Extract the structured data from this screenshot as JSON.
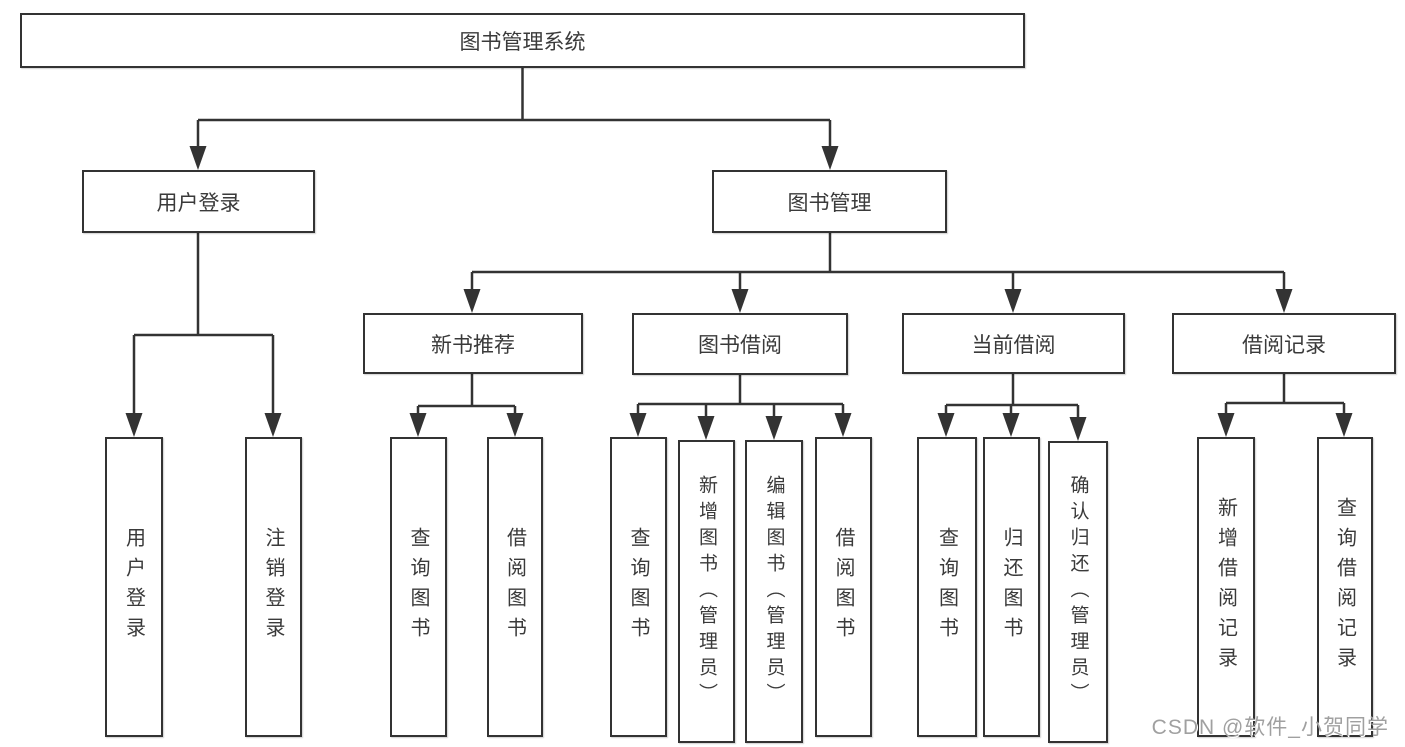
{
  "title": "图书管理系统",
  "watermark": "CSDN @软件_小贺同学",
  "colors": {
    "line": "#333333",
    "box_border": "#333333",
    "text": "#3a3a3a",
    "watermark": "#a0a0a0",
    "background": "#ffffff"
  },
  "nodes": {
    "root": "图书管理系统",
    "user_login": "用户登录",
    "book_mgmt": "图书管理",
    "new_book": "新书推荐",
    "book_borrow": "图书借阅",
    "current_borrow": "当前借阅",
    "borrow_record": "借阅记录",
    "leaf_user_login": "用户登录",
    "leaf_logout": "注销登录",
    "nb_query": "查询图书",
    "nb_borrow": "借阅图书",
    "bb_query": "查询图书",
    "bb_add": "新增图书（管理员）",
    "bb_edit": "编辑图书（管理员）",
    "bb_borrow": "借阅图书",
    "cb_query": "查询图书",
    "cb_return": "归还图书",
    "cb_confirm": "确认归还（管理员）",
    "br_add": "新增借阅记录",
    "br_query": "查询借阅记录"
  },
  "hierarchy": {
    "图书管理系统": {
      "用户登录": [
        "用户登录",
        "注销登录"
      ],
      "图书管理": {
        "新书推荐": [
          "查询图书",
          "借阅图书"
        ],
        "图书借阅": [
          "查询图书",
          "新增图书（管理员）",
          "编辑图书（管理员）",
          "借阅图书"
        ],
        "当前借阅": [
          "查询图书",
          "归还图书",
          "确认归还（管理员）"
        ],
        "借阅记录": [
          "新增借阅记录",
          "查询借阅记录"
        ]
      }
    }
  }
}
